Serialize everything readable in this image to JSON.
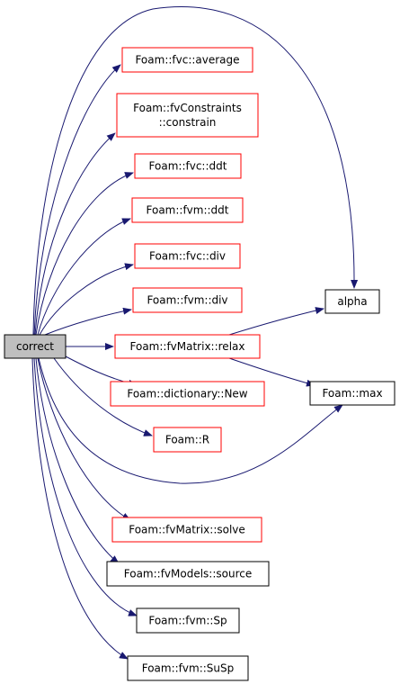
{
  "colors": {
    "edge": "#191970",
    "border_red": "#ff0000",
    "border_black": "#000000",
    "root_fill": "#bfbfbf",
    "fill": "#ffffff"
  },
  "nodes": {
    "correct": {
      "lines": [
        "correct"
      ],
      "style": "root"
    },
    "fvc_average": {
      "lines": [
        "Foam::fvc::average"
      ],
      "style": "red"
    },
    "fvconstraints_constrain": {
      "lines": [
        "Foam::fvConstraints",
        "::constrain"
      ],
      "style": "red"
    },
    "fvc_ddt": {
      "lines": [
        "Foam::fvc::ddt"
      ],
      "style": "red"
    },
    "fvm_ddt": {
      "lines": [
        "Foam::fvm::ddt"
      ],
      "style": "red"
    },
    "fvc_div": {
      "lines": [
        "Foam::fvc::div"
      ],
      "style": "red"
    },
    "fvm_div": {
      "lines": [
        "Foam::fvm::div"
      ],
      "style": "red"
    },
    "fvmatrix_relax": {
      "lines": [
        "Foam::fvMatrix::relax"
      ],
      "style": "red"
    },
    "dictionary_new": {
      "lines": [
        "Foam::dictionary::New"
      ],
      "style": "red"
    },
    "foam_r": {
      "lines": [
        "Foam::R"
      ],
      "style": "red"
    },
    "fvmatrix_solve": {
      "lines": [
        "Foam::fvMatrix::solve"
      ],
      "style": "red"
    },
    "fvmodels_source": {
      "lines": [
        "Foam::fvModels::source"
      ],
      "style": "black"
    },
    "fvm_sp": {
      "lines": [
        "Foam::fvm::Sp"
      ],
      "style": "black"
    },
    "fvm_susp": {
      "lines": [
        "Foam::fvm::SuSp"
      ],
      "style": "black"
    },
    "alpha": {
      "lines": [
        "alpha"
      ],
      "style": "black"
    },
    "foam_max": {
      "lines": [
        "Foam::max"
      ],
      "style": "black"
    }
  },
  "edges": [
    [
      "correct",
      "fvc_average"
    ],
    [
      "correct",
      "fvconstraints_constrain"
    ],
    [
      "correct",
      "fvc_ddt"
    ],
    [
      "correct",
      "fvm_ddt"
    ],
    [
      "correct",
      "fvc_div"
    ],
    [
      "correct",
      "fvm_div"
    ],
    [
      "correct",
      "fvmatrix_relax"
    ],
    [
      "correct",
      "dictionary_new"
    ],
    [
      "correct",
      "foam_r"
    ],
    [
      "correct",
      "fvmatrix_solve"
    ],
    [
      "correct",
      "fvmodels_source"
    ],
    [
      "correct",
      "fvm_sp"
    ],
    [
      "correct",
      "fvm_susp"
    ],
    [
      "correct",
      "alpha"
    ],
    [
      "correct",
      "foam_max"
    ],
    [
      "fvmatrix_relax",
      "alpha"
    ],
    [
      "fvmatrix_relax",
      "foam_max"
    ]
  ]
}
